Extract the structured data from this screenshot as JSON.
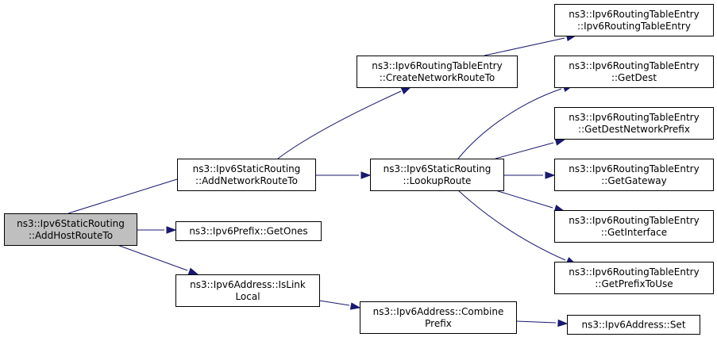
{
  "nodes": [
    {
      "id": "addhost",
      "lines": [
        "ns3::Ipv6StaticRouting",
        "::AddHostRouteTo"
      ],
      "highlighted": true
    },
    {
      "id": "addnet",
      "lines": [
        "ns3::Ipv6StaticRouting",
        "::AddNetworkRouteTo"
      ],
      "highlighted": false
    },
    {
      "id": "getones",
      "lines": [
        "ns3::Ipv6Prefix::GetOnes"
      ],
      "highlighted": false
    },
    {
      "id": "islink",
      "lines": [
        "ns3::Ipv6Address::IsLink",
        "Local"
      ],
      "highlighted": false
    },
    {
      "id": "createnet",
      "lines": [
        "ns3::Ipv6RoutingTableEntry",
        "::CreateNetworkRouteTo"
      ],
      "highlighted": false
    },
    {
      "id": "lookup",
      "lines": [
        "ns3::Ipv6StaticRouting",
        "::LookupRoute"
      ],
      "highlighted": false
    },
    {
      "id": "combine",
      "lines": [
        "ns3::Ipv6Address::Combine",
        "Prefix"
      ],
      "highlighted": false
    },
    {
      "id": "ctor",
      "lines": [
        "ns3::Ipv6RoutingTableEntry",
        "::Ipv6RoutingTableEntry"
      ],
      "highlighted": false
    },
    {
      "id": "getdest",
      "lines": [
        "ns3::Ipv6RoutingTableEntry",
        "::GetDest"
      ],
      "highlighted": false
    },
    {
      "id": "getdestprefix",
      "lines": [
        "ns3::Ipv6RoutingTableEntry",
        "::GetDestNetworkPrefix"
      ],
      "highlighted": false
    },
    {
      "id": "getgateway",
      "lines": [
        "ns3::Ipv6RoutingTableEntry",
        "::GetGateway"
      ],
      "highlighted": false
    },
    {
      "id": "getinterface",
      "lines": [
        "ns3::Ipv6RoutingTableEntry",
        "::GetInterface"
      ],
      "highlighted": false
    },
    {
      "id": "getprefixtouse",
      "lines": [
        "ns3::Ipv6RoutingTableEntry",
        "::GetPrefixToUse"
      ],
      "highlighted": false
    },
    {
      "id": "set",
      "lines": [
        "ns3::Ipv6Address::Set"
      ],
      "highlighted": false
    }
  ],
  "edges": [
    {
      "from": "addhost",
      "to": "addnet"
    },
    {
      "from": "addhost",
      "to": "getones"
    },
    {
      "from": "addhost",
      "to": "islink"
    },
    {
      "from": "addnet",
      "to": "createnet"
    },
    {
      "from": "addnet",
      "to": "lookup"
    },
    {
      "from": "islink",
      "to": "combine"
    },
    {
      "from": "createnet",
      "to": "ctor"
    },
    {
      "from": "lookup",
      "to": "getdest"
    },
    {
      "from": "lookup",
      "to": "getdestprefix"
    },
    {
      "from": "lookup",
      "to": "getgateway"
    },
    {
      "from": "lookup",
      "to": "getinterface"
    },
    {
      "from": "lookup",
      "to": "getprefixtouse"
    },
    {
      "from": "combine",
      "to": "set"
    }
  ],
  "colors": {
    "edge": "#191970",
    "highlight_fill": "#bfbfbf",
    "node_fill": "#ffffff",
    "node_border": "#000000"
  }
}
